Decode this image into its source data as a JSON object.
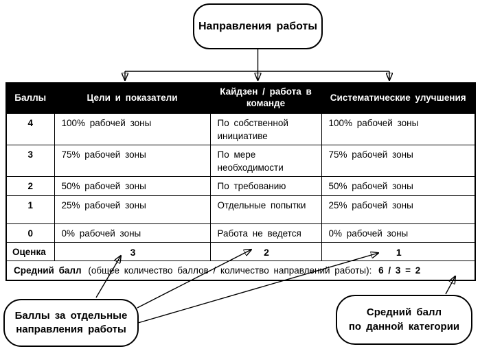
{
  "colors": {
    "background": "#ffffff",
    "line": "#000000",
    "table_header_bg": "#000000",
    "table_header_fg": "#ffffff"
  },
  "callouts": {
    "top": "Направления работы",
    "scores": {
      "line1": "Баллы за отдельные",
      "line2": "направления работы"
    },
    "average": {
      "line1": "Средний балл",
      "line2": "по данной категории"
    }
  },
  "table": {
    "headers": [
      "Баллы",
      "Цели и показатели",
      "Кайдзен / работа в команде",
      "Систематические улучшения"
    ],
    "rows": [
      {
        "score": "4",
        "goals": "100% рабочей зоны",
        "kaizen": "По собственной инициативе",
        "improve": "100% рабочей зоны"
      },
      {
        "score": "3",
        "goals": "75% рабочей зоны",
        "kaizen": "По мере необходимости",
        "improve": "75% рабочей зоны"
      },
      {
        "score": "2",
        "goals": "50% рабочей зоны",
        "kaizen": "По требованию",
        "improve": "50% рабочей зоны"
      },
      {
        "score": "1",
        "goals": "25% рабочей зоны",
        "kaizen": "Отдельные попытки",
        "improve": "25% рабочей зоны"
      },
      {
        "score": "0",
        "goals": "0% рабочей зоны",
        "kaizen": "Работа не ведется",
        "improve": "0% рабочей зоны"
      }
    ],
    "score_row": {
      "label": "Оценка",
      "values": [
        "3",
        "2",
        "1"
      ]
    },
    "average_row": {
      "label": "Средний балл",
      "formula": "(общее количество баллов / количество направлений работы):",
      "result": "6 / 3 = 2"
    }
  }
}
